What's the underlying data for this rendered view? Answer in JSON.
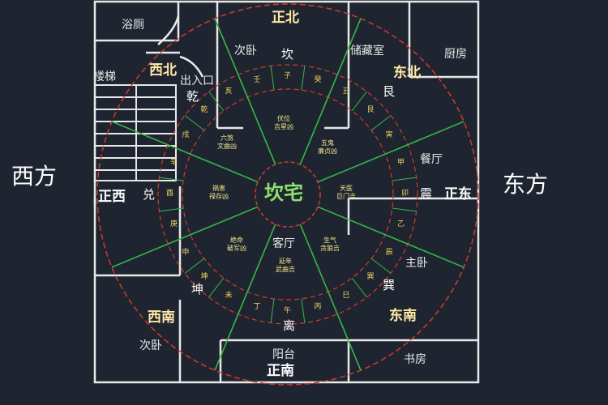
{
  "sides": {
    "west": "西方",
    "east": "东方"
  },
  "rooms": {
    "bathroom": "浴厕",
    "bedroom_n": "次卧",
    "storage": "储藏室",
    "kitchen": "厨房",
    "stairs": "楼梯",
    "entrance": "出入口",
    "dining": "餐厅",
    "master_bedroom": "主卧",
    "living_room": "客厅",
    "bedroom_sw": "次卧",
    "balcony": "阳台",
    "study": "书房"
  },
  "directions": {
    "north": "正北",
    "northeast": "东北",
    "east": "正东",
    "southeast": "东南",
    "south": "正南",
    "southwest": "西南",
    "west": "正西",
    "northwest": "西北"
  },
  "trigrams": {
    "kan": "坎",
    "gen": "艮",
    "zhen": "震",
    "xun": "巽",
    "li": "离",
    "kun": "坤",
    "dui": "兑",
    "qian": "乾"
  },
  "center_label": "坎宅",
  "inner_notes": {
    "n": "伏位\n吉星凶",
    "ne": "五鬼\n廉贞凶",
    "e": "天医\n巨门吉",
    "se": "生气\n贪狼吉",
    "s": "延年\n武曲吉",
    "sw": "绝命\n破军凶",
    "w": "祸害\n禄存凶",
    "nw": "六煞\n文曲凶"
  },
  "ring_chars": [
    "子",
    "癸",
    "丑",
    "艮",
    "寅",
    "甲",
    "卯",
    "乙",
    "辰",
    "巽",
    "巳",
    "丙",
    "午",
    "丁",
    "未",
    "坤",
    "申",
    "庚",
    "酉",
    "辛",
    "戌",
    "乾",
    "亥",
    "壬"
  ]
}
